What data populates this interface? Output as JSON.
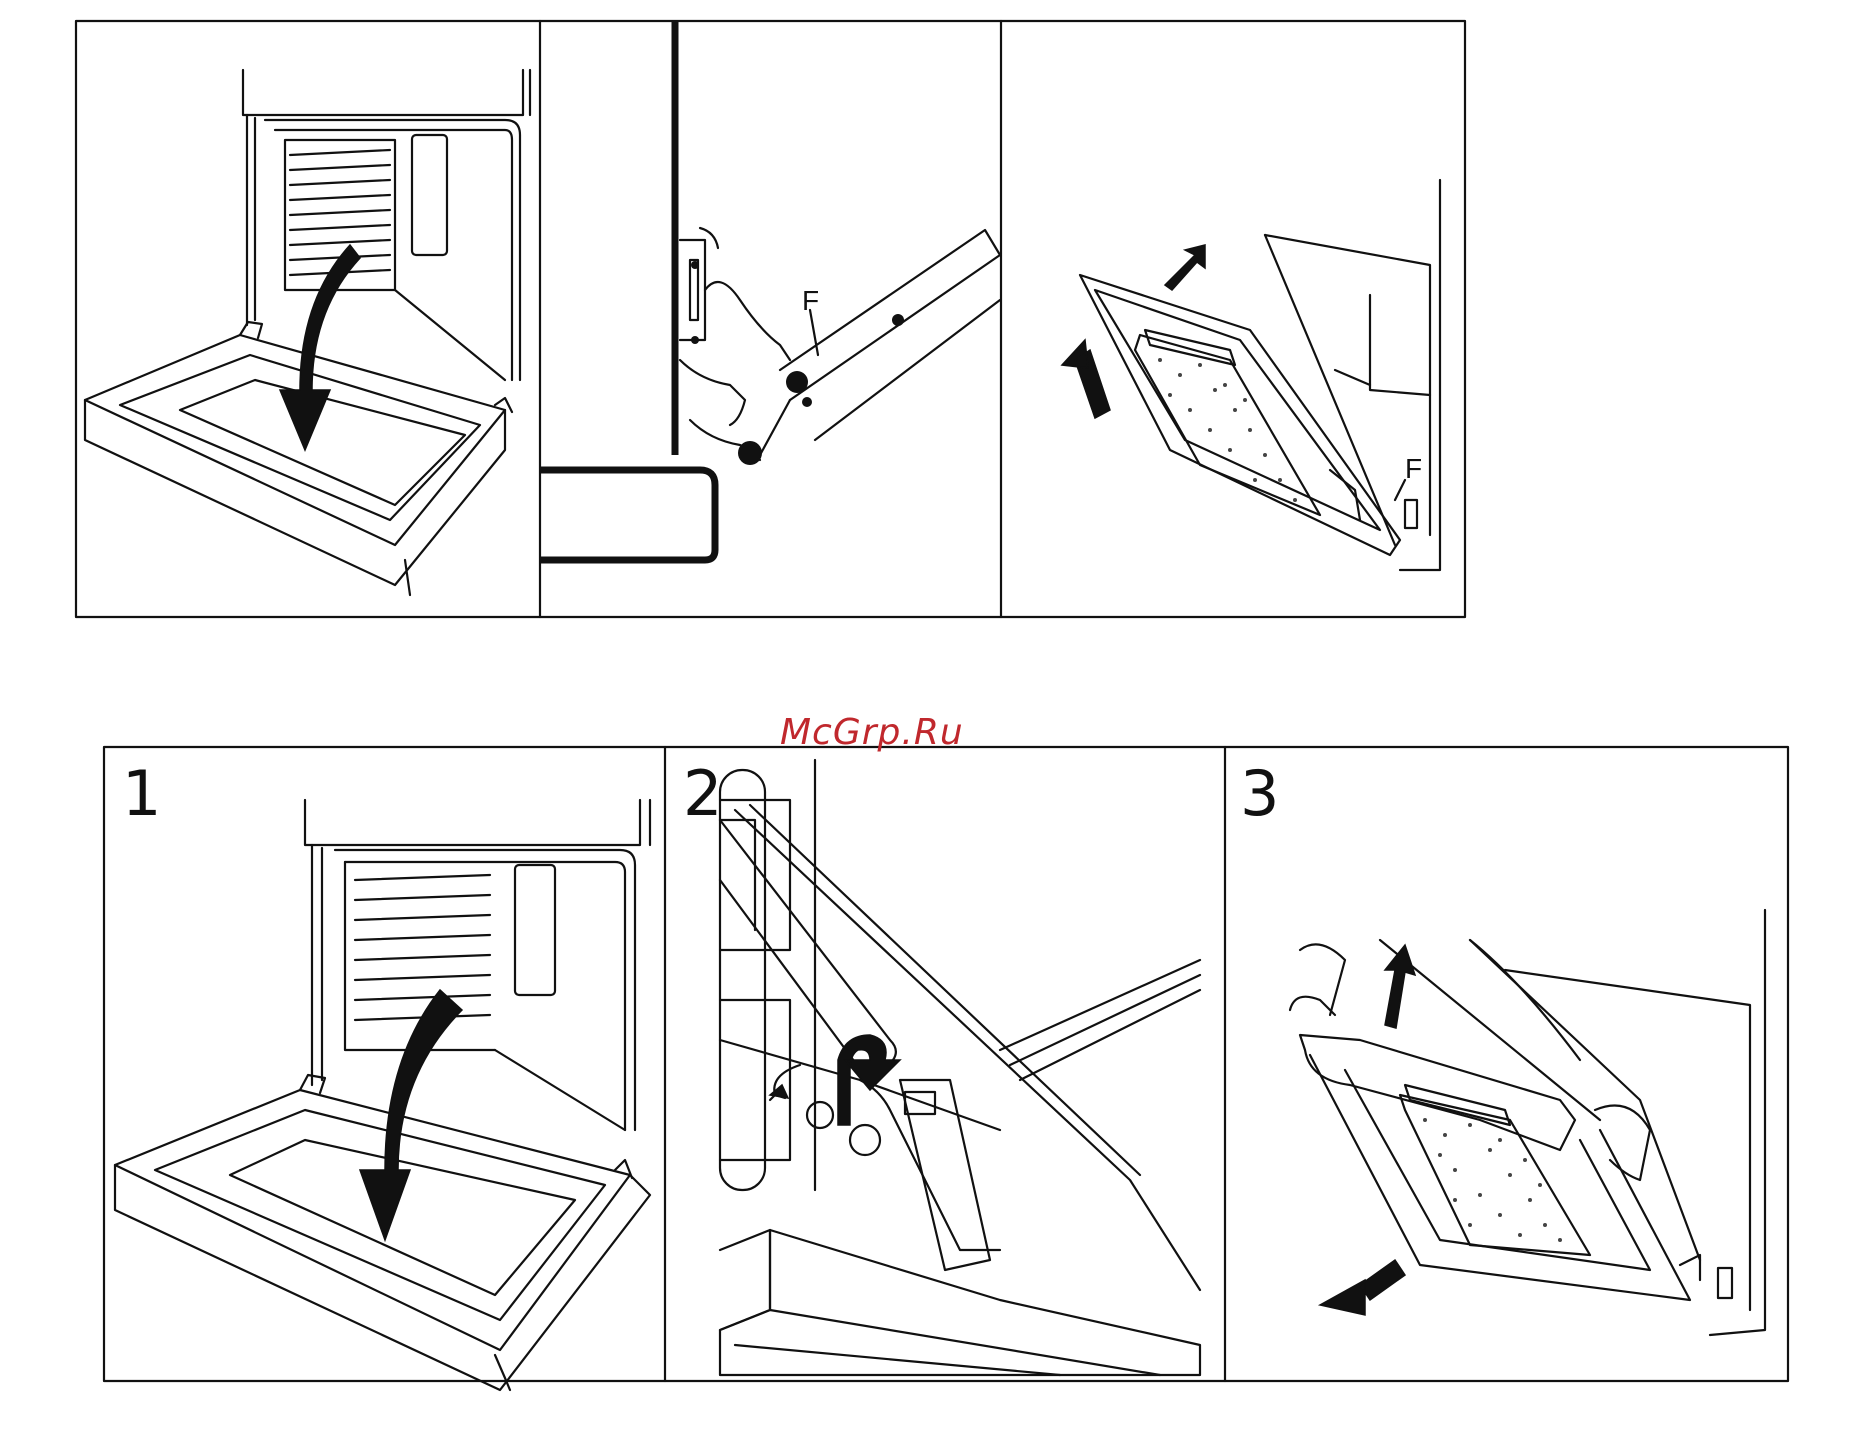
{
  "watermark": {
    "text": "McGrp.Ru",
    "color": "#c0282d"
  },
  "top_figure": {
    "label_a": "F",
    "label_b": "F"
  },
  "bottom_figure": {
    "step1": "1",
    "step2": "2",
    "step3": "3"
  },
  "icons": [
    "door-open-arrow",
    "hinge-lever",
    "rotate-arrow",
    "lift-arrow",
    "pull-arrow"
  ],
  "colors": {
    "line": "#111111",
    "background": "#ffffff",
    "watermark": "#c0282d"
  }
}
